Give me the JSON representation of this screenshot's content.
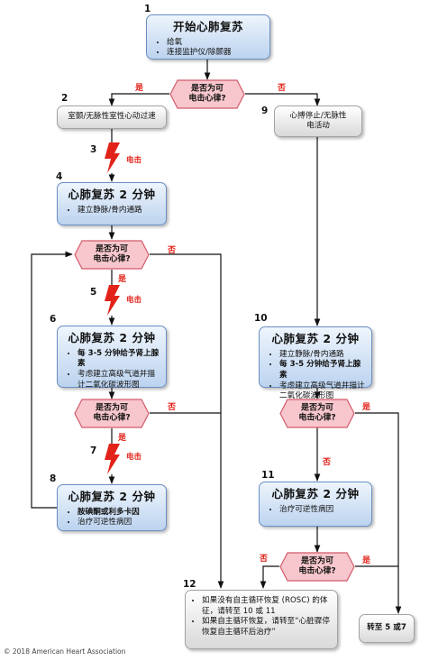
{
  "nodes": {
    "n1": {
      "num": "1",
      "title": "开始心肺复苏",
      "bullets": [
        "给氧",
        "连接监护仪/除颤器"
      ]
    },
    "d1": {
      "text": "是否为可电击心律?"
    },
    "n2": {
      "num": "2",
      "text": "室颤/无脉性室性心动过速"
    },
    "n3": {
      "num": "3",
      "shock": "电击"
    },
    "n4": {
      "num": "4",
      "title": "心肺复苏 2 分钟",
      "bullets": [
        "建立静脉/骨内通路"
      ]
    },
    "d2": {
      "text": "是否为可电击心律?"
    },
    "n5": {
      "num": "5",
      "shock": "电击"
    },
    "n6": {
      "num": "6",
      "title": "心肺复苏 2 分钟",
      "bullets": [
        "每 3-5 分钟给予肾上腺素",
        "考虑建立高级气道并描计二氧化碳波形图"
      ]
    },
    "d3": {
      "text": "是否为可电击心律?"
    },
    "n7": {
      "num": "7",
      "shock": "电击"
    },
    "n8": {
      "num": "8",
      "title": "心肺复苏 2 分钟",
      "bullets": [
        "胺碘酮或利多卡因",
        "治疗可逆性病因"
      ]
    },
    "n9": {
      "num": "9",
      "text": "心搏停止/无脉性电活动"
    },
    "n10": {
      "num": "10",
      "title": "心肺复苏 2 分钟",
      "bullets": [
        "建立静脉/骨内通路",
        "每 3-5 分钟给予肾上腺素",
        "考虑建立高级气道并描计二氧化碳波形图"
      ]
    },
    "d4": {
      "text": "是否为可电击心律?"
    },
    "n11": {
      "num": "11",
      "title": "心肺复苏 2 分钟",
      "bullets": [
        "治疗可逆性病因"
      ]
    },
    "d5": {
      "text": "是否为可电击心律?"
    },
    "n12": {
      "num": "12",
      "bullets": [
        "如果没有自主循环恢复 (ROSC) 的体征，请转至 10 或 11",
        "如果自主循环恢复，请转至“心脏骤停恢复自主循环后治疗”"
      ]
    },
    "goto": {
      "text": "转至 5 或7"
    }
  },
  "labels": {
    "yes": "是",
    "no": "否"
  },
  "copyright": "© 2018 American Heart Association",
  "colors": {
    "box_border": "#6b8fc4",
    "diamond_fill": "#f7c7cd",
    "diamond_border": "#d45a6b",
    "bolt": "#e2231a",
    "label_red": "#e2231a"
  }
}
